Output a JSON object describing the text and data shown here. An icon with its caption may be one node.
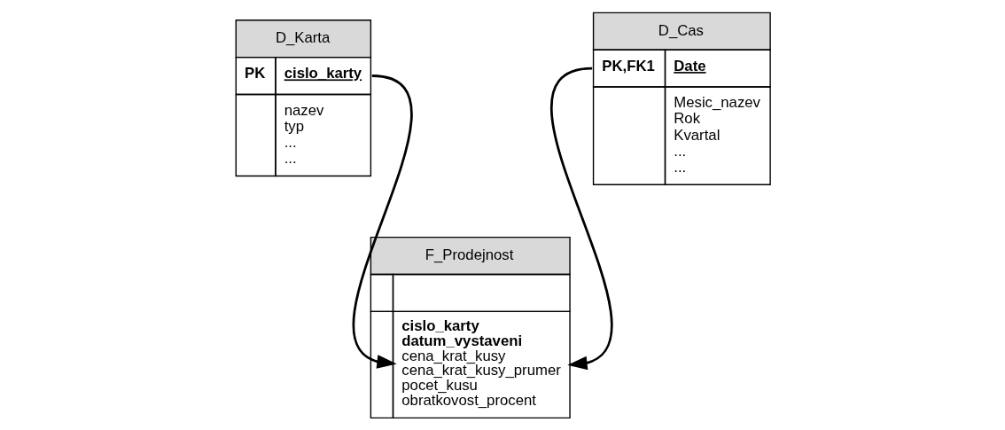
{
  "diagram": {
    "nodes": [
      {
        "text": [
          "D_Karta",
          "PK",
          "cislo_karty",
          "nazev",
          "typ",
          "...",
          "..."
        ]
      },
      {
        "text": [
          "F_Prodejnost",
          "**cislo_karty**",
          "**datum_vystaveni**",
          "cena_krat_kusy",
          "cena_krat_kusy_prumer",
          "pocet_kusu",
          "obratkovost_procent"
        ]
      },
      {
        "text": [
          "D_Cas",
          "PK,FK1",
          "Date",
          "Mesic_nazev",
          "Rok",
          "Kvartal",
          "...",
          "..."
        ]
      }
    ],
    "edges": [
      {
        "from": 0,
        "to": 1,
        "arrow": "to"
      },
      {
        "from": 2,
        "to": 1,
        "arrow": "to"
      }
    ]
  }
}
